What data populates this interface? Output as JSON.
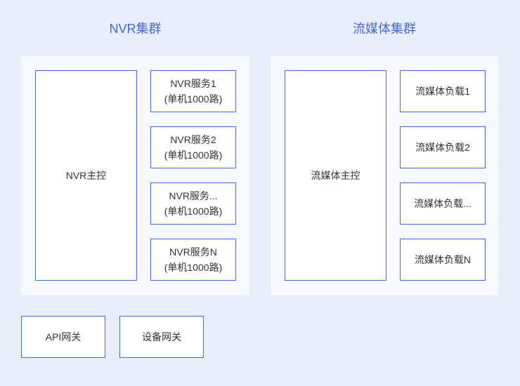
{
  "colors": {
    "page_background": "#e9eefc",
    "panel_background": "#f7f9fe",
    "box_background": "#ffffff",
    "box_border": "#3e6bd5",
    "title_text": "#4169e0",
    "box_text": "#333333"
  },
  "clusters": [
    {
      "title": "NVR集群",
      "master": "NVR主控",
      "nodes": [
        {
          "line1": "NVR服务1",
          "line2": "(单机1000路)"
        },
        {
          "line1": "NVR服务2",
          "line2": "(单机1000路)"
        },
        {
          "line1": "NVR服务...",
          "line2": "(单机1000路)"
        },
        {
          "line1": "NVR服务N",
          "line2": "(单机1000路)"
        }
      ]
    },
    {
      "title": "流媒体集群",
      "master": "流媒体主控",
      "nodes": [
        {
          "line1": "流媒体负载1"
        },
        {
          "line1": "流媒体负载2"
        },
        {
          "line1": "流媒体负载..."
        },
        {
          "line1": "流媒体负载N"
        }
      ]
    }
  ],
  "gateways": [
    {
      "label": "API网关"
    },
    {
      "label": "设备网关"
    }
  ]
}
